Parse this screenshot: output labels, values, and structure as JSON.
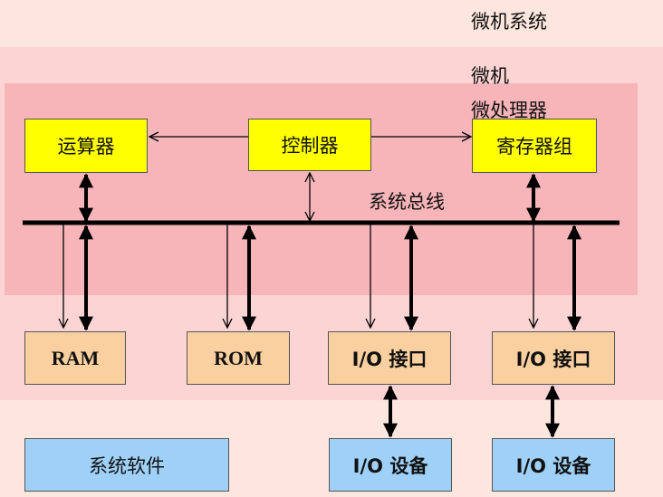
{
  "layers": {
    "microcomputer_system": "微机系统",
    "microcomputer": "微机",
    "microprocessor": "微处理器"
  },
  "processor": {
    "alu": "运算器",
    "controller": "控制器",
    "registers": "寄存器组"
  },
  "bus": {
    "label": "系统总线"
  },
  "memory": {
    "ram": "RAM",
    "rom": "ROM"
  },
  "interfaces": {
    "io1": "I/O 接口",
    "io2": "I/O 接口"
  },
  "software": {
    "system_software": "系统软件"
  },
  "devices": {
    "dev1": "I/O 设备",
    "dev2": "I/O 设备"
  },
  "colors": {
    "outer": "#fde6de",
    "microcomputer": "#fcd4d4",
    "microprocessor": "#f8b5b9",
    "yellow": "#ffff00",
    "orange": "#fbd0a1",
    "blue": "#9fd1f8"
  }
}
